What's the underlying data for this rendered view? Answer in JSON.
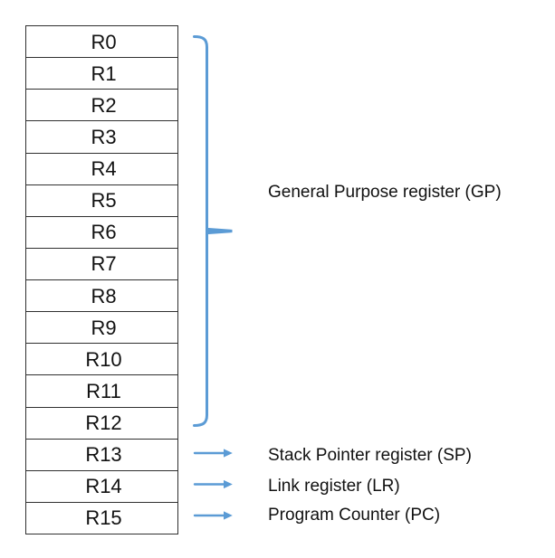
{
  "colors": {
    "background": "#ffffff",
    "border": "#2f2f2f",
    "text": "#111111",
    "accent": "#5b9bd5"
  },
  "registers": {
    "cells": [
      "R0",
      "R1",
      "R2",
      "R3",
      "R4",
      "R5",
      "R6",
      "R7",
      "R8",
      "R9",
      "R10",
      "R11",
      "R12",
      "R13",
      "R14",
      "R15"
    ]
  },
  "annotations": {
    "gp": "General Purpose register (GP)",
    "sp": "Stack Pointer register (SP)",
    "lr": "Link register (LR)",
    "pc": "Program Counter (PC)"
  },
  "icons": {
    "gp_brace": "right-curly-brace",
    "sp_arrow": "right-arrow",
    "lr_arrow": "right-arrow",
    "pc_arrow": "right-arrow"
  }
}
